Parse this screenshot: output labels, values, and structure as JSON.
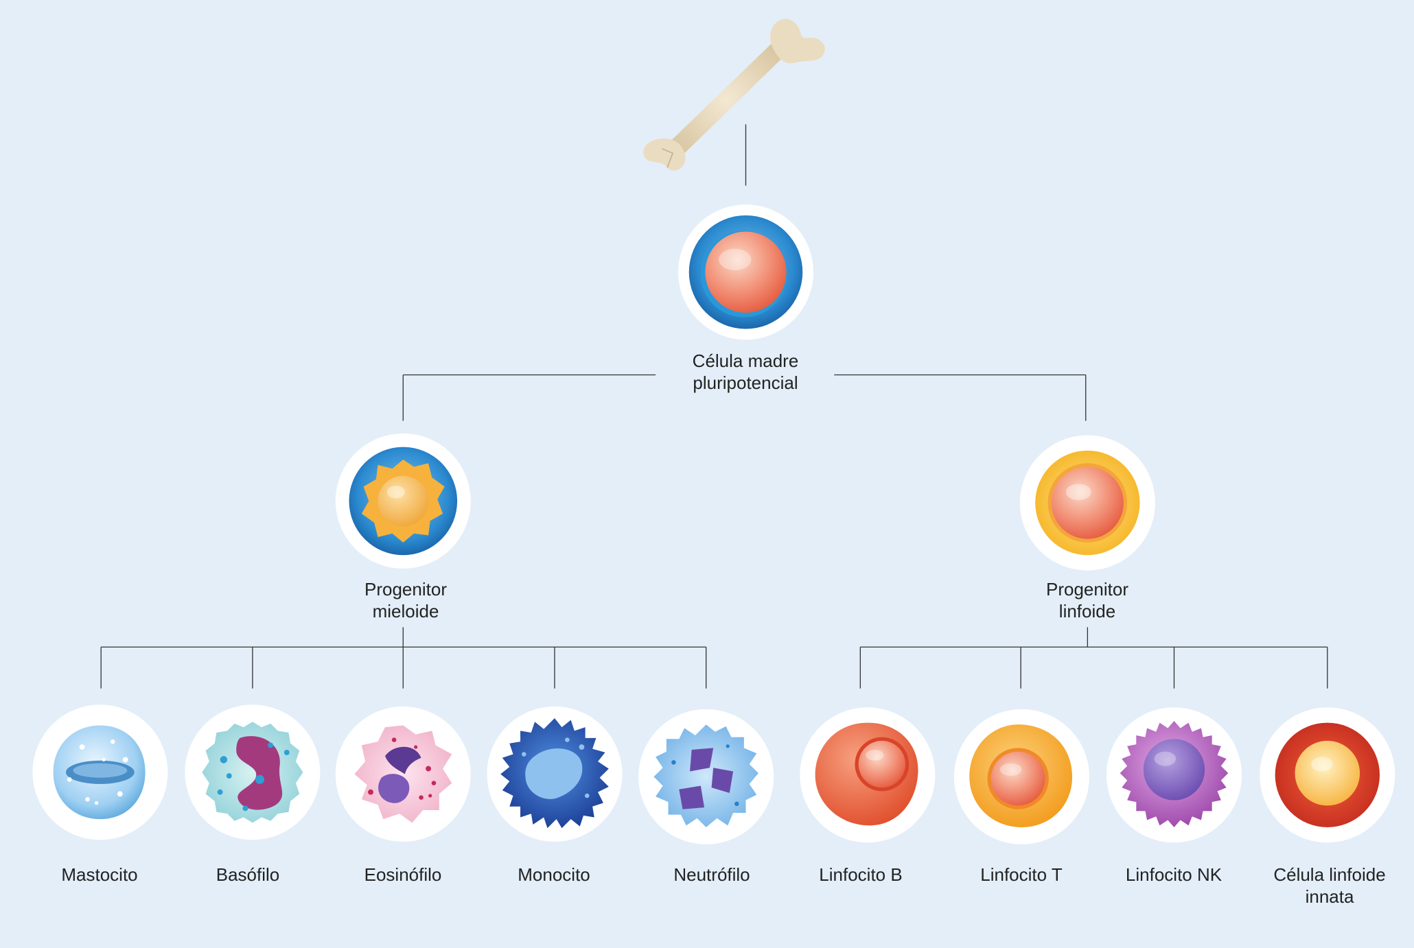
{
  "root": {
    "icon": "femur-bone-icon"
  },
  "stem_cell": {
    "label": "Célula madre\npluripotencial",
    "icon": "stem-cell-icon"
  },
  "progenitors": [
    {
      "label": "Progenitor\nmieloide",
      "icon": "myeloid-progenitor-icon"
    },
    {
      "label": "Progenitor\nlinfoide",
      "icon": "lymphoid-progenitor-icon"
    }
  ],
  "myeloid_cells": [
    {
      "label": "Mastocito",
      "icon": "mast-cell-icon"
    },
    {
      "label": "Basófilo",
      "icon": "basophil-icon"
    },
    {
      "label": "Eosinófilo",
      "icon": "eosinophil-icon"
    },
    {
      "label": "Monocito",
      "icon": "monocyte-icon"
    },
    {
      "label": "Neutrófilo",
      "icon": "neutrophil-icon"
    }
  ],
  "lymphoid_cells": [
    {
      "label": "Linfocito B",
      "icon": "b-lymphocyte-icon"
    },
    {
      "label": "Linfocito T",
      "icon": "t-lymphocyte-icon"
    },
    {
      "label": "Linfocito NK",
      "icon": "nk-lymphocyte-icon"
    },
    {
      "label": "Célula linfoide\ninnata",
      "icon": "innate-lymphoid-cell-icon"
    }
  ],
  "colors": {
    "background": "#e3eef8",
    "connector": "#333333",
    "bone": "#eadcc0"
  }
}
